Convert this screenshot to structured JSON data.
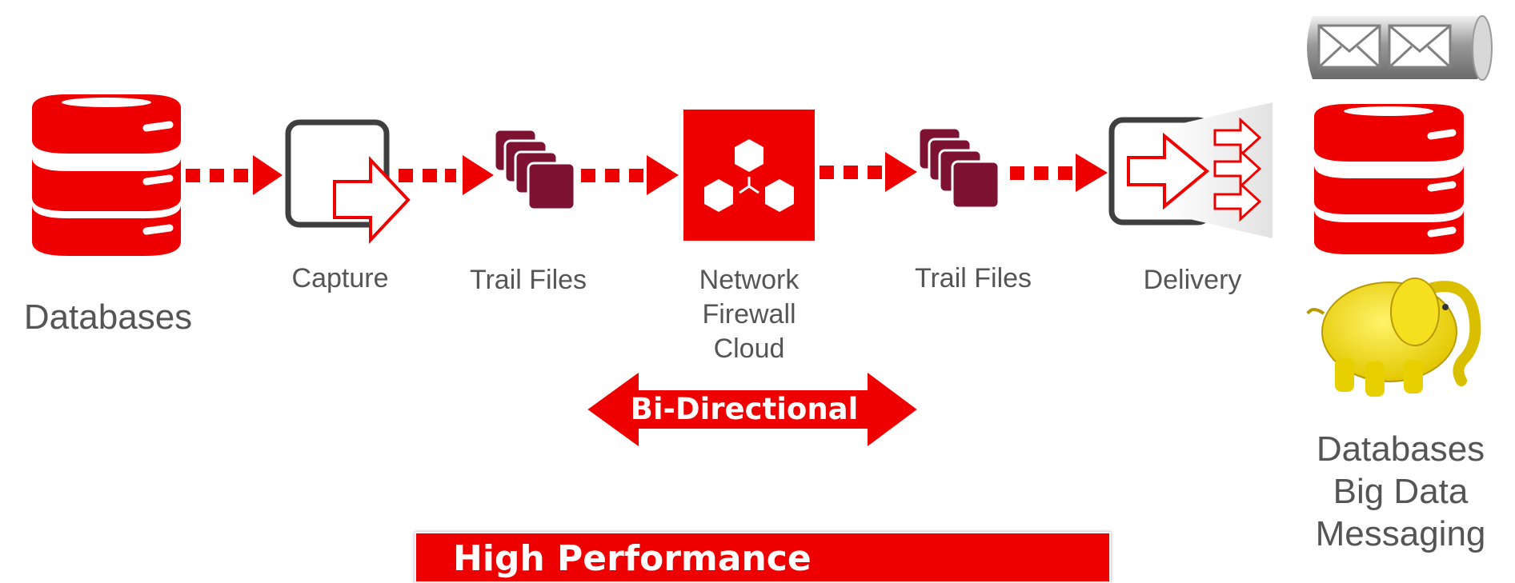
{
  "labels": {
    "source_databases": "Databases",
    "capture": "Capture",
    "trail_files_1": "Trail Files",
    "network": "Network",
    "firewall": "Firewall",
    "cloud": "Cloud",
    "trail_files_2": "Trail Files",
    "delivery": "Delivery",
    "target_databases": "Databases",
    "target_big_data": "Big Data",
    "target_messaging": "Messaging"
  },
  "bidirectional_label": "Bi-Directional",
  "banner_label": "High Performance",
  "icons": [
    "database-icon",
    "capture-icon",
    "trail-files-icon",
    "network-hub-icon",
    "delivery-icon",
    "messaging-queue-icon",
    "hadoop-elephant-icon"
  ],
  "colors": {
    "accent_red": "#ee0000",
    "trail_maroon": "#7d1233",
    "label_gray": "#555555",
    "frame_gray": "#3f3f3f"
  }
}
